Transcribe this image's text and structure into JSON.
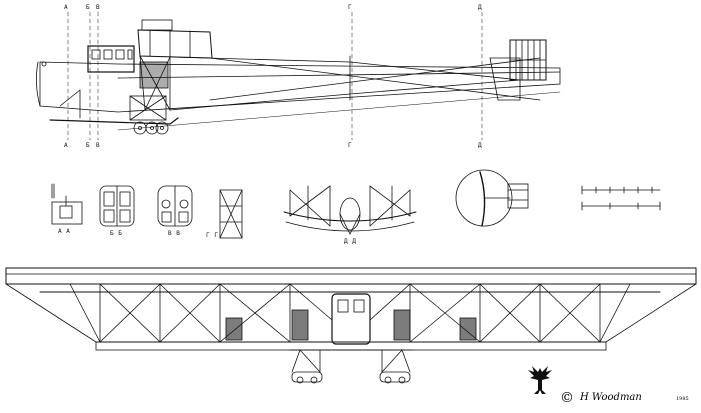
{
  "drawing": {
    "section_marks_top": [
      "A",
      "Б",
      "B",
      "Г",
      "Д"
    ],
    "section_marks_bottom": [
      "A",
      "Б",
      "B",
      "Г",
      "Д"
    ],
    "section_labels": [
      "A A",
      "Б Б",
      "B B",
      "Г Г",
      "Д Д"
    ]
  },
  "credit": {
    "copyright_symbol": "©",
    "author": "H Woodman",
    "year": "1985"
  },
  "colors": {
    "ink": "#111111",
    "paper": "#ffffff"
  },
  "emblem": {
    "icon": "double-headed-eagle-icon"
  }
}
